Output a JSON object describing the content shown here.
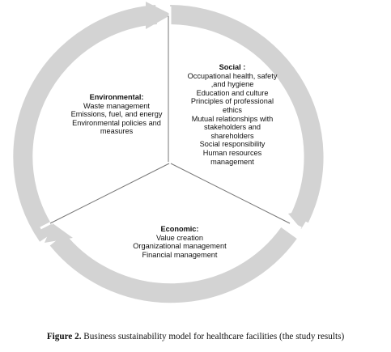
{
  "segments": {
    "environmental": {
      "heading": "Environmental:",
      "items": [
        "Waste management",
        "Emissions, fuel, and energy",
        "Environmental policies and measures"
      ]
    },
    "social": {
      "heading": "Social :",
      "items": [
        "Occupational health, safety ,and hygiene",
        "Education and culture",
        "Principles of professional ethics",
        "Mutual relationships with stakeholders and shareholders",
        "Social responsibility",
        "Human resources management"
      ]
    },
    "economic": {
      "heading": "Economic:",
      "items": [
        "Value creation",
        "Organizational management",
        "Financial management"
      ]
    }
  },
  "caption": {
    "label": "Figure 2.",
    "text": " Business sustainability model for healthcare facilities (the study results)"
  },
  "colors": {
    "ring": "#d3d3d3",
    "divider": "#ffffff",
    "text": "#111111"
  }
}
